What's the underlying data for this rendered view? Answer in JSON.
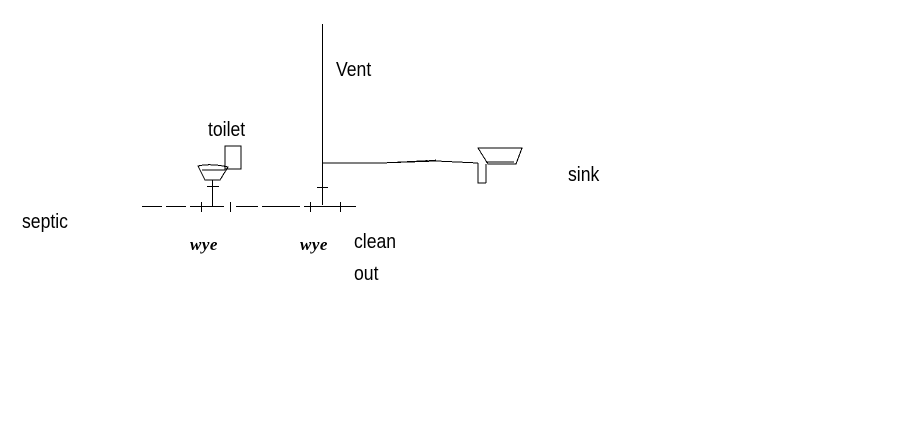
{
  "colors": {
    "background": "#ffffff",
    "ink": "#000000"
  },
  "labels": {
    "vent": "Vent",
    "toilet": "toilet",
    "sink": "sink",
    "septic": "septic",
    "wye_left": "wye",
    "wye_right": "wye",
    "cleanout_line1": "clean",
    "cleanout_line2": "out"
  }
}
